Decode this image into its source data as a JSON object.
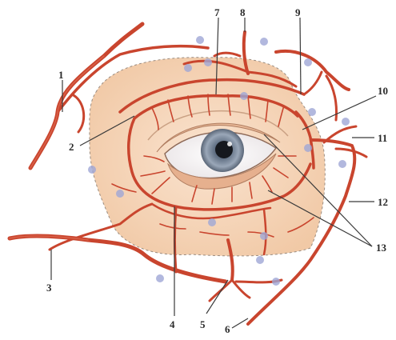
{
  "labels": [
    {
      "id": "1",
      "text": "1"
    },
    {
      "id": "2",
      "text": "2"
    },
    {
      "id": "3",
      "text": "3"
    },
    {
      "id": "4",
      "text": "4"
    },
    {
      "id": "5",
      "text": "5"
    },
    {
      "id": "6",
      "text": "6"
    },
    {
      "id": "7",
      "text": "7"
    },
    {
      "id": "8",
      "text": "8"
    },
    {
      "id": "9",
      "text": "9"
    },
    {
      "id": "10",
      "text": "10"
    },
    {
      "id": "11",
      "text": "11"
    },
    {
      "id": "12",
      "text": "12"
    },
    {
      "id": "13",
      "text": "13"
    }
  ],
  "colors": {
    "vessel": "#c9452e",
    "skin": "#f4d2b2",
    "iris": "#7f8da0",
    "node": "#9fa6d6",
    "label": "#2a2a2a"
  }
}
